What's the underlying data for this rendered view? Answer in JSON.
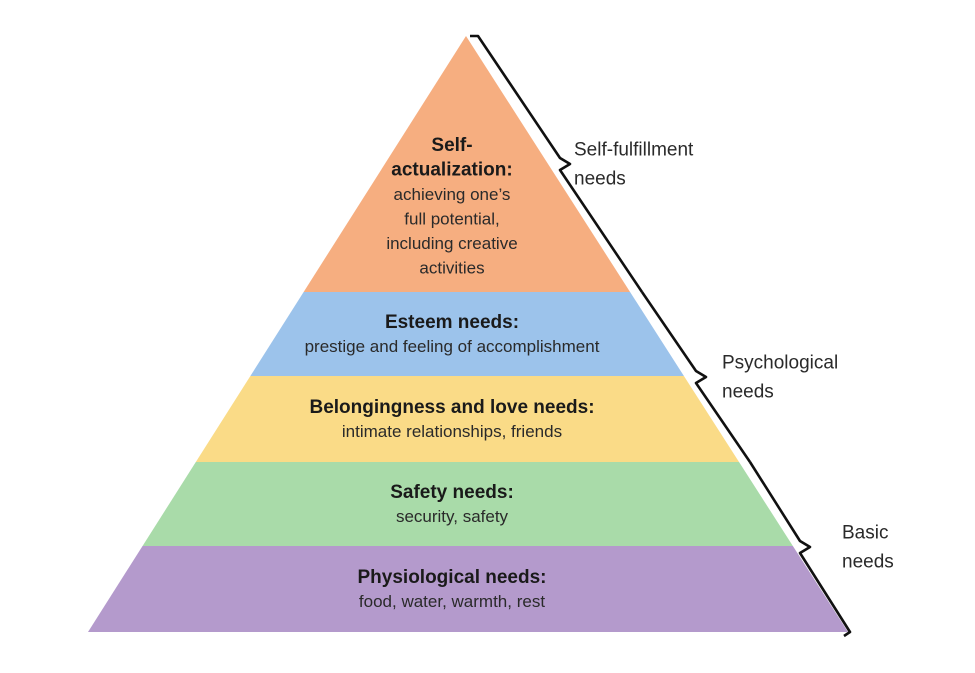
{
  "tiers": [
    {
      "title_lines": [
        "Self-",
        "actualization:"
      ],
      "desc_lines": [
        "achieving one’s",
        "full potential,",
        "including creative",
        "activities"
      ],
      "color": "#F6AE80"
    },
    {
      "title_lines": [
        "Esteem needs:"
      ],
      "desc_lines": [
        "prestige and feeling of accomplishment"
      ],
      "color": "#9CC3EB"
    },
    {
      "title_lines": [
        "Belongingness and love needs:"
      ],
      "desc_lines": [
        "intimate relationships, friends"
      ],
      "color": "#FADB87"
    },
    {
      "title_lines": [
        "Safety needs:"
      ],
      "desc_lines": [
        "security, safety"
      ],
      "color": "#A9DBA9"
    },
    {
      "title_lines": [
        "Physiological needs:"
      ],
      "desc_lines": [
        "food, water, warmth, rest"
      ],
      "color": "#B49ACC"
    }
  ],
  "groups": [
    {
      "label_lines": [
        "Self-fulfillment",
        "needs"
      ],
      "spans_tiers": [
        0
      ]
    },
    {
      "label_lines": [
        "Psychological",
        "needs"
      ],
      "spans_tiers": [
        1,
        2
      ]
    },
    {
      "label_lines": [
        "Basic",
        "needs"
      ],
      "spans_tiers": [
        3,
        4
      ]
    }
  ]
}
